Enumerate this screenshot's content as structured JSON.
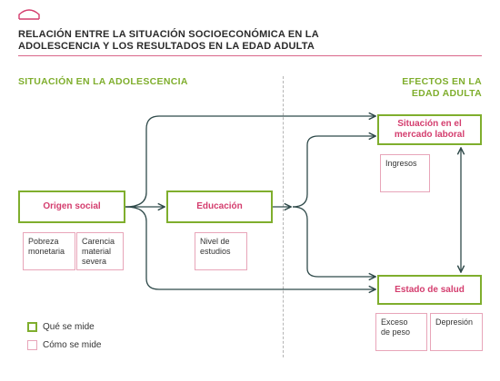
{
  "title_line1": "RELACIÓN ENTRE LA SITUACIÓN SOCIOECONÓMICA EN LA",
  "title_line2": "ADOLESCENCIA Y LOS RESULTADOS EN LA EDAD ADULTA",
  "sections": {
    "left": "SITUACIÓN EN LA ADOLESCENCIA",
    "right_line1": "EFECTOS EN LA",
    "right_line2": "EDAD ADULTA"
  },
  "boxes": {
    "origen": "Origen social",
    "educacion": "Educación",
    "trabajo_line1": "Situación en el",
    "trabajo_line2": "mercado laboral",
    "salud": "Estado de salud"
  },
  "measures": {
    "pobreza_line1": "Pobreza",
    "pobreza_line2": "monetaria",
    "carencia_line1": "Carencia",
    "carencia_line2": "material",
    "carencia_line3": "severa",
    "nivel_line1": "Nivel de",
    "nivel_line2": "estudios",
    "ingresos": "Ingresos",
    "exceso_line1": "Exceso",
    "exceso_line2": "de peso",
    "depresion": "Depresión"
  },
  "legend": {
    "measured": "Qué se mide",
    "how": "Cómo se mide"
  },
  "colors": {
    "green": "#7fae2d",
    "pink": "#e8a5b9",
    "magenta": "#d43d6e",
    "arrow": "#2f4a4a"
  },
  "icons": {
    "logo": "arch-logo-icon"
  }
}
